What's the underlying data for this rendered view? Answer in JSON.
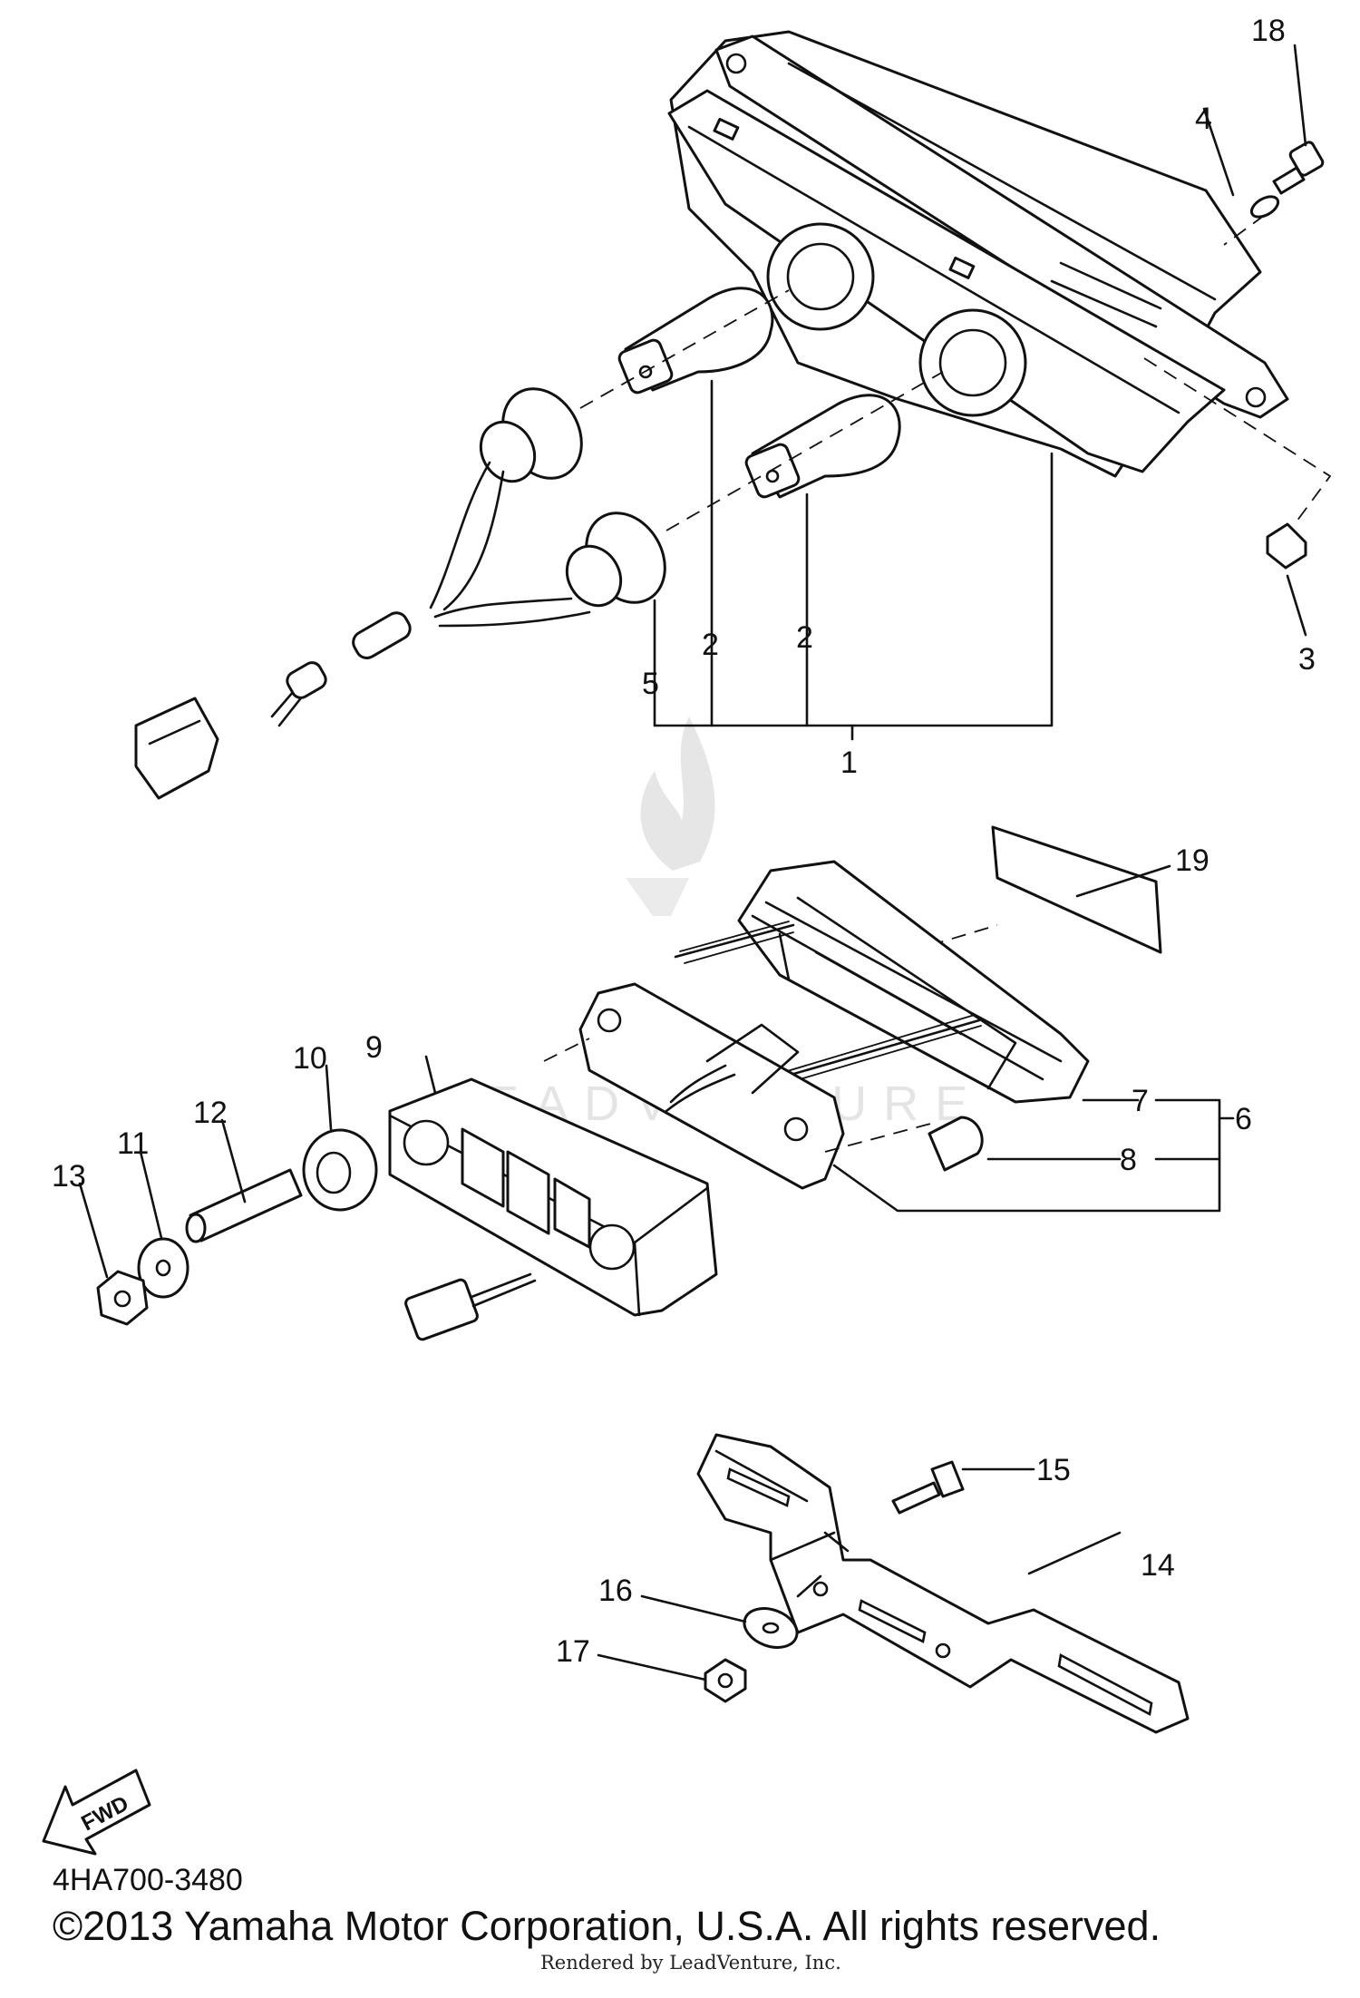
{
  "diagram": {
    "diagram_code": "4HA700-3480",
    "copyright": "©2013 Yamaha Motor Corporation, U.S.A. All rights reserved.",
    "render_credit": "Rendered by LeadVenture, Inc.",
    "watermark": "LEADVENTURE",
    "fwd_label": "FWD",
    "callouts": [
      "1",
      "2",
      "2",
      "3",
      "4",
      "5",
      "6",
      "7",
      "8",
      "9",
      "10",
      "11",
      "12",
      "13",
      "14",
      "15",
      "16",
      "17",
      "18",
      "19"
    ]
  }
}
